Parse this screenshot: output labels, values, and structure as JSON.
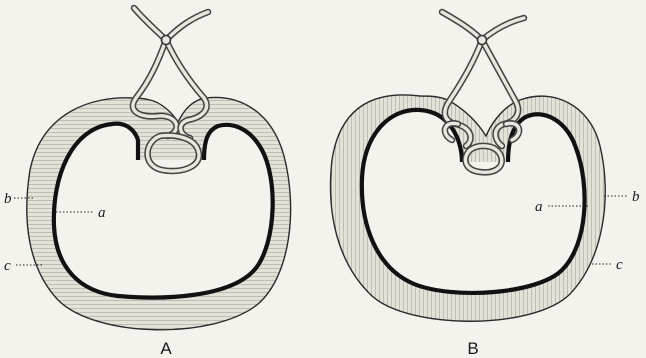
{
  "figure": {
    "panel_a": {
      "caption": "A",
      "label_a": "a",
      "label_b": "b",
      "label_c": "c"
    },
    "panel_b": {
      "caption": "B",
      "label_a": "a",
      "label_b": "b",
      "label_c": "c"
    }
  }
}
